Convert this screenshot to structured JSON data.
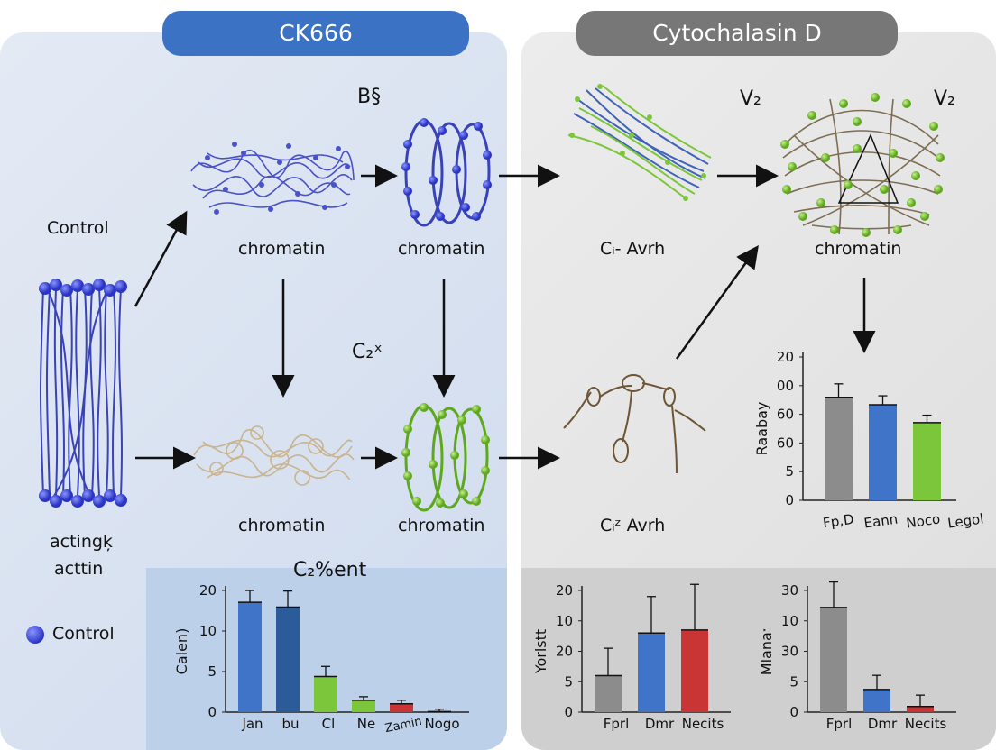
{
  "headers": {
    "left": "CK666",
    "right": "Cytochalasin D"
  },
  "labels": {
    "control_top": "Control",
    "actin_1": "actingķ",
    "actin_2": "acttin",
    "legend": "Control",
    "chromatin_a": "chromatin",
    "chromatin_b": "chromatin",
    "chromatin_c": "chromatin",
    "chromatin_d": "chromatin",
    "chromatin_e": "chromatin",
    "c_avrh_top": "Cᵢ- Avrh",
    "c_avrh_bottom": "Cᵢᶻ Avrh"
  },
  "marks": {
    "b": "B§",
    "c2": "C₂ˣ",
    "v2_left": "V₂",
    "v2_right": "V₂",
    "c2_ment": "C₂%ent"
  },
  "colors": {
    "blue": "#3f74c8",
    "dark_blue": "#2b5c99",
    "green": "#7cc63b",
    "red": "#c93434",
    "gray": "#8c8c8c"
  },
  "chart_data": [
    {
      "type": "bar",
      "id": "right_top",
      "ylabel": "Raabay",
      "yticks": [
        "20",
        "00",
        "60",
        "60",
        "5",
        "0"
      ],
      "categories": [
        "Fp,D",
        "Eann",
        "Noco",
        "Legol"
      ],
      "values": [
        69,
        64,
        52
      ],
      "errors": [
        9,
        6,
        5
      ],
      "colors": [
        "#8c8c8c",
        "#3f74c8",
        "#7cc63b"
      ]
    },
    {
      "type": "bar",
      "id": "left_bottom",
      "ylabel": "Calen)",
      "yticks": [
        "20",
        "10",
        "5",
        "0"
      ],
      "categories": [
        "Jan",
        "bu",
        "Cl",
        "Ne",
        "Zamin",
        "Nogo"
      ],
      "values": [
        18.5,
        17.7,
        6,
        2,
        1.4,
        0.1
      ],
      "errors": [
        2,
        2.7,
        1.7,
        0.6,
        0.6,
        0.4
      ],
      "colors": [
        "#3f74c8",
        "#2b5c99",
        "#7cc63b",
        "#7cc63b",
        "#c93434",
        "#999999"
      ]
    },
    {
      "type": "bar",
      "id": "right_bottom_1",
      "ylabel": "Yorlstt",
      "yticks": [
        "20",
        "10",
        "20",
        "5",
        "0"
      ],
      "categories": [
        "Fprl",
        "Dmr",
        "Necits"
      ],
      "values": [
        1.2,
        2.6,
        2.7
      ],
      "errors": [
        0.9,
        1.2,
        1.5
      ],
      "colors": [
        "#8c8c8c",
        "#3f74c8",
        "#c93434"
      ]
    },
    {
      "type": "bar",
      "id": "right_bottom_2",
      "ylabel": "Mlanaˑ",
      "yticks": [
        "30",
        "10",
        "30",
        "5",
        "0"
      ],
      "categories": [
        "Fprl",
        "Dmr",
        "Necits"
      ],
      "values": [
        3.7,
        0.8,
        0.2
      ],
      "errors": [
        0.9,
        0.5,
        0.4
      ],
      "colors": [
        "#8c8c8c",
        "#3f74c8",
        "#c93434"
      ]
    }
  ]
}
